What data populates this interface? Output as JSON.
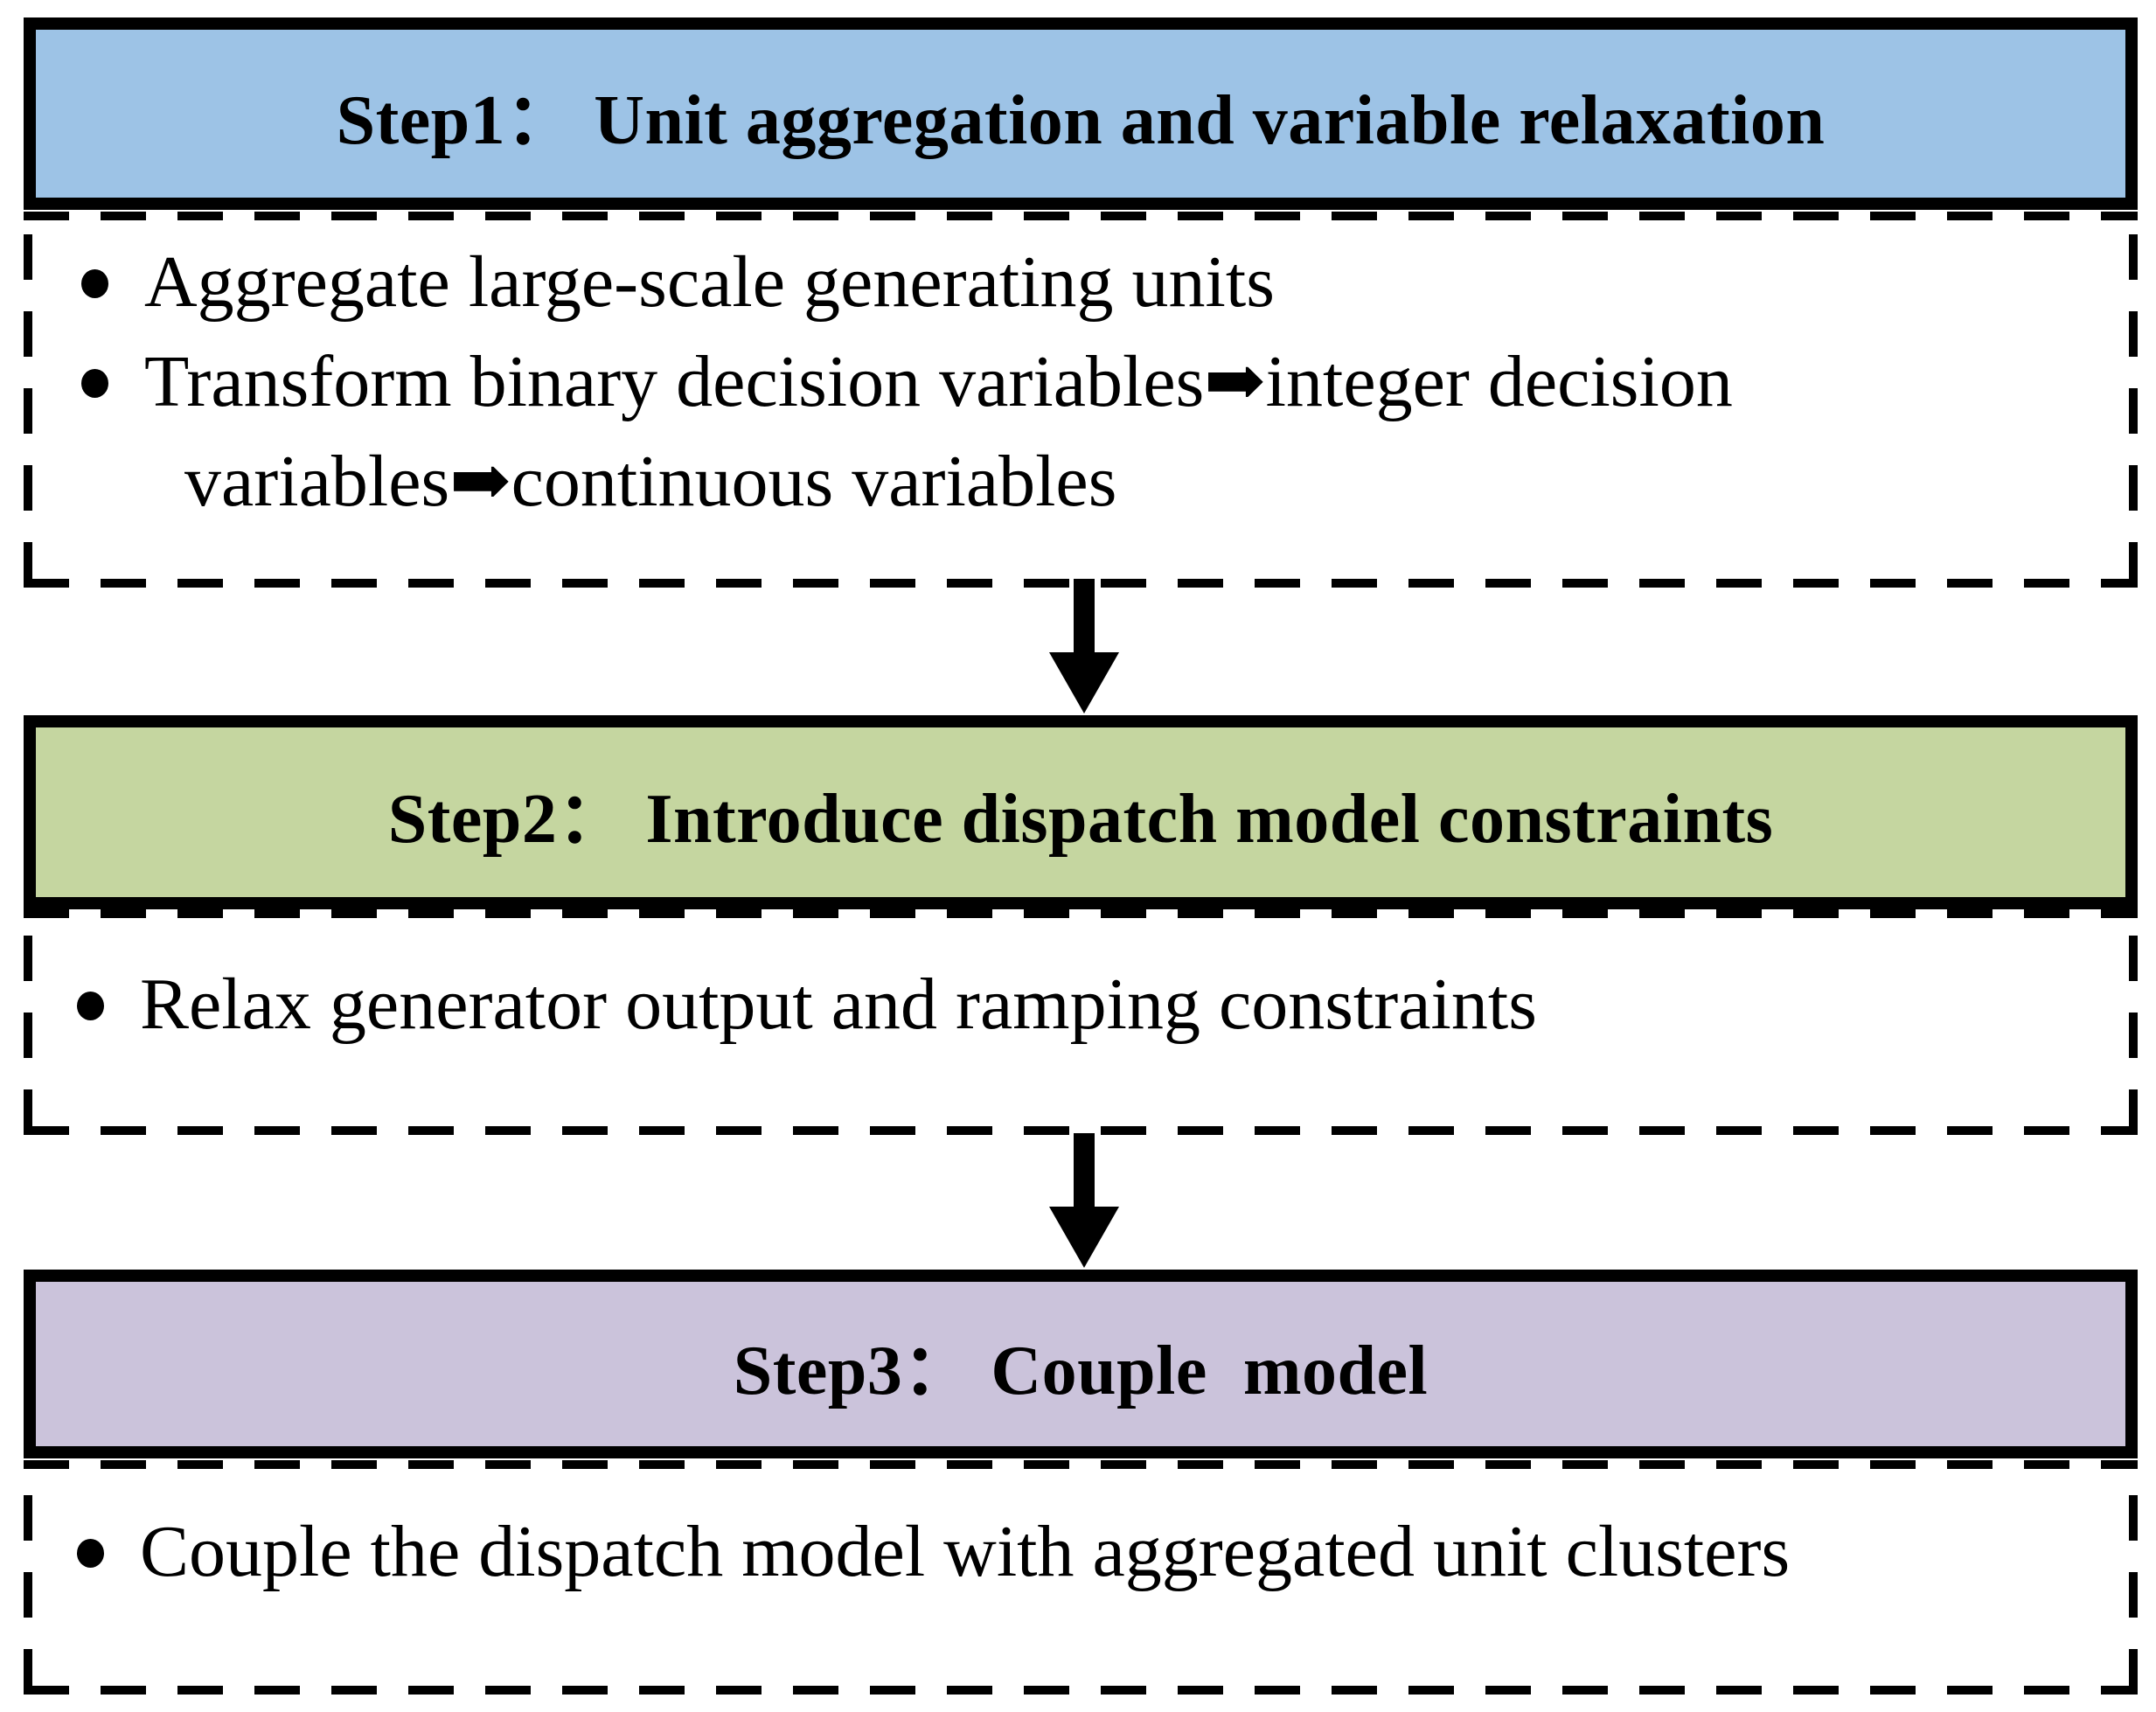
{
  "figure": {
    "colors": {
      "step1_header_bg": "#9DC3E6",
      "step2_header_bg": "#C5D6A0",
      "step3_header_bg": "#CBC3DB",
      "border": "#000000",
      "text": "#000000",
      "background": "#FFFFFF"
    },
    "sections": [
      {
        "id": "step1",
        "header": "Step1： Unit aggregation and variable relaxation",
        "header_bg": "#9DC3E6",
        "bullets": [
          {
            "lines": [
              "Aggregate large-scale generating units"
            ]
          },
          {
            "lines": [
              "Transform binary decision variables➡integer decision",
              "variables➡continuous variables"
            ]
          }
        ]
      },
      {
        "id": "step2",
        "header": "Step2： Introduce dispatch model constraints",
        "header_bg": "#C5D6A0",
        "bullets": [
          {
            "lines": [
              "Relax generator output and ramping constraints"
            ]
          }
        ]
      },
      {
        "id": "step3",
        "header": "Step3： Couple  model",
        "header_bg": "#CBC3DB",
        "bullets": [
          {
            "lines": [
              "Couple the dispatch model with aggregated unit clusters"
            ]
          }
        ]
      }
    ],
    "connectors": [
      {
        "icon": "down-arrow"
      },
      {
        "icon": "down-arrow"
      }
    ]
  }
}
